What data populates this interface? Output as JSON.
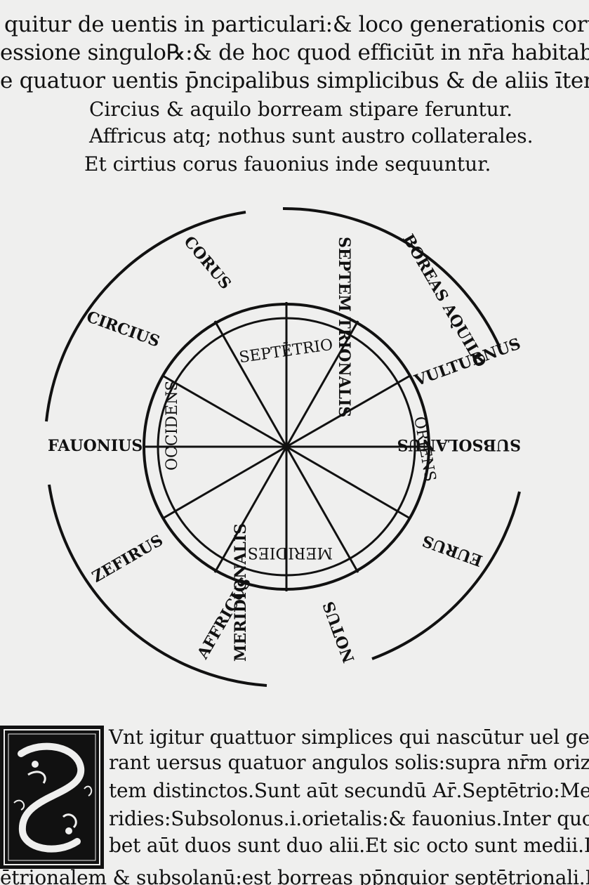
{
  "header": {
    "lines": [
      "quitur de uentis in particulari:& loco generationis corum:& de",
      "essione singulo℞:& de hoc quod efficiūt in nr̄a habitabili terra",
      "e quatuor uentis p̄ncipalibus simplicibus & de aliis īter mediis"
    ]
  },
  "verse": {
    "lines": [
      "Circius & aquilo borream stipare feruntur.",
      "Affricus atq; nothus sunt austro collaterales.",
      "Et cirtius corus fauonius inde sequuntur."
    ]
  },
  "diagram": {
    "outer_winds": [
      "SEPTEM TRIONALIS",
      "BOREAS AQUILO",
      "VULTURNUS",
      "SUBSOLANUS",
      "EURUS",
      "NOTUS",
      "MERIDIONALIS",
      "AFFRICUS",
      "ZEFIRUS",
      "FAUONIUS",
      "CIRCIUS",
      "CORUS"
    ],
    "cardinals": {
      "north": "SEPTĒTRIO",
      "east": "ORIENS",
      "south": "MERIDIES",
      "west": "OCCIDENS"
    }
  },
  "body": {
    "initial_letter": "S",
    "lines": [
      "Vnt igitur quattuor simplices qui nascūtur uel gene",
      "rant uersus quatuor angulos solis:supra nr̄m orizo",
      "tem distinctos.Sunt aūt secundū Ar̄.Septētrio:Me",
      "ridies:Subsolonus.i.orietalis:& fauonius.Inter quo",
      "bet aūt duos sunt duo alii.Et sic octo sunt medii.Int",
      "ētrionalem & subsolanū:est borreas pp̄nquior septētrionali.I"
    ]
  }
}
